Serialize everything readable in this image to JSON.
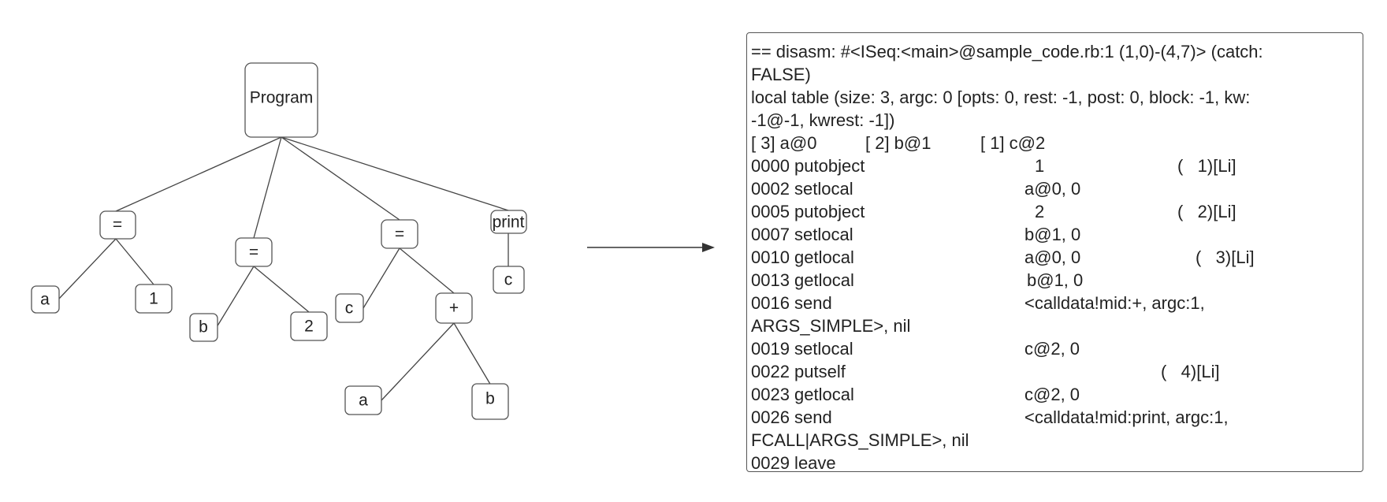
{
  "tree": {
    "root": "Program",
    "nodes": {
      "program": "Program",
      "assign1": "=",
      "a1": "a",
      "one": "1",
      "assign2": "=",
      "b1": "b",
      "two": "2",
      "assign3": "=",
      "c1": "c",
      "plus": "+",
      "a2": "a",
      "b2": "b",
      "print": "print",
      "c2": "c"
    }
  },
  "disasm": {
    "lines": [
      {
        "text": "== disasm: #<ISeq:<main>@sample_code.rb:1 (1,0)-(4,7)> (catch:"
      },
      {
        "text": "FALSE)"
      },
      {
        "text": "local table (size: 3, argc: 0 [opts: 0, rest: -1, post: 0, block: -1, kw:"
      },
      {
        "text": "-1@-1, kwrest: -1])"
      },
      {
        "text": "[ 3] a@0",
        "col2": "[ 2] b@1",
        "col3": "[ 1] c@2"
      },
      {
        "op": "0000 putobject",
        "arg": "1",
        "line": "(   1)[Li]"
      },
      {
        "op": "0002 setlocal",
        "arg": "a@0, 0"
      },
      {
        "op": "0005 putobject",
        "arg": "2",
        "line": "(   2)[Li]"
      },
      {
        "op": "0007 setlocal",
        "arg": "b@1, 0"
      },
      {
        "op": "0010 getlocal",
        "arg": "a@0, 0",
        "line": "(   3)[Li]"
      },
      {
        "op": "0013 getlocal",
        "arg": "b@1, 0"
      },
      {
        "op": "0016 send",
        "arg": "<calldata!mid:+, argc:1,"
      },
      {
        "text": "ARGS_SIMPLE>, nil"
      },
      {
        "op": "0019 setlocal",
        "arg": "c@2, 0"
      },
      {
        "op": "0022 putself",
        "line": "(   4)[Li]"
      },
      {
        "op": "0023 getlocal",
        "arg": "c@2, 0"
      },
      {
        "op": "0026 send",
        "arg": "<calldata!mid:print, argc:1,"
      },
      {
        "text": "FCALL|ARGS_SIMPLE>, nil"
      },
      {
        "op": "0029 leave"
      }
    ]
  }
}
